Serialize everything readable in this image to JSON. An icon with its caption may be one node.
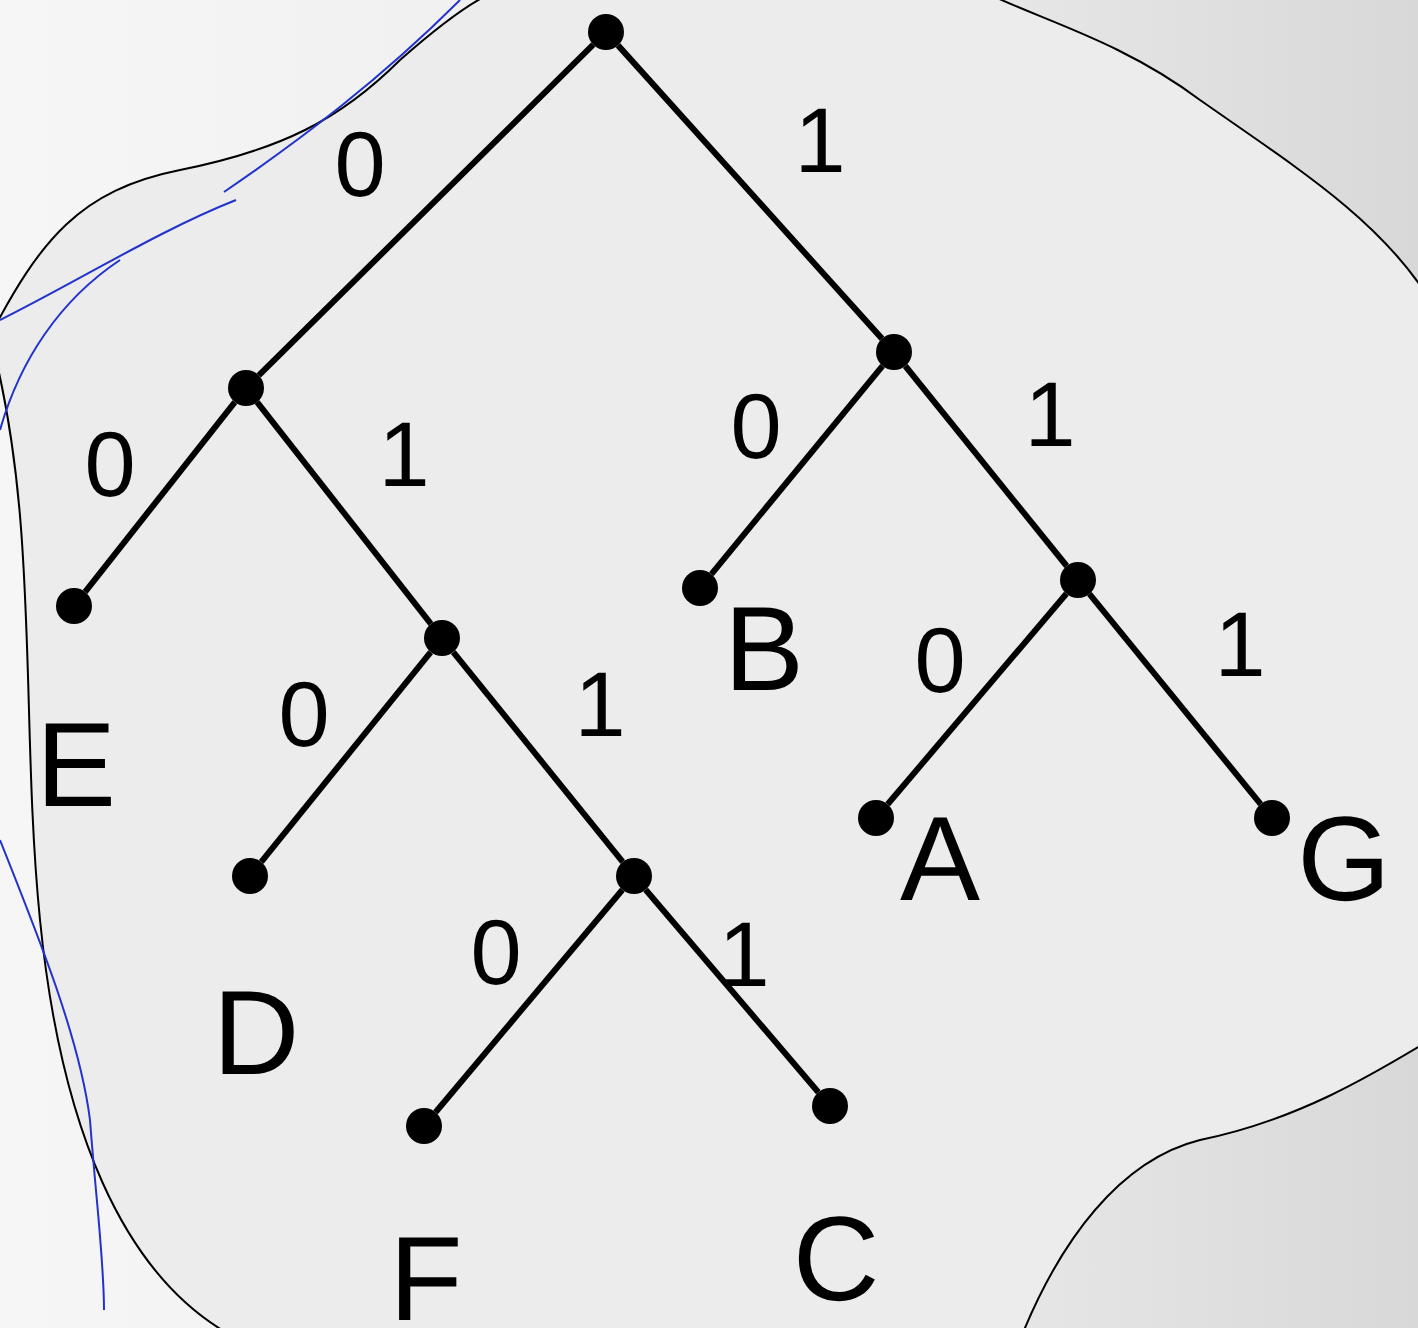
{
  "diagram": {
    "nodes": [
      {
        "text": [],
        "shape": "circle"
      },
      {
        "text": [],
        "shape": "circle"
      },
      {
        "text": [],
        "shape": "circle"
      },
      {
        "text": [],
        "shape": "circle",
        "beside": [
          "E"
        ]
      },
      {
        "text": [],
        "shape": "circle"
      },
      {
        "text": [],
        "shape": "circle",
        "beside": [
          "B"
        ]
      },
      {
        "text": [],
        "shape": "circle"
      },
      {
        "text": [],
        "shape": "circle",
        "beside": [
          "D"
        ]
      },
      {
        "text": [],
        "shape": "circle"
      },
      {
        "text": [],
        "shape": "circle",
        "beside": [
          "A"
        ]
      },
      {
        "text": [],
        "shape": "circle",
        "beside": [
          "G"
        ]
      },
      {
        "text": [],
        "shape": "circle",
        "beside": [
          "F"
        ]
      },
      {
        "text": [],
        "shape": "circle",
        "beside": [
          "C"
        ]
      }
    ],
    "edges": [
      {
        "from": 0,
        "to": 1,
        "arrow": "none",
        "label": "0"
      },
      {
        "from": 0,
        "to": 2,
        "arrow": "none",
        "label": "1"
      },
      {
        "from": 1,
        "to": 3,
        "arrow": "none",
        "label": "0"
      },
      {
        "from": 1,
        "to": 4,
        "arrow": "none",
        "label": "1"
      },
      {
        "from": 2,
        "to": 5,
        "arrow": "none",
        "label": "0"
      },
      {
        "from": 2,
        "to": 6,
        "arrow": "none",
        "label": "1"
      },
      {
        "from": 4,
        "to": 7,
        "arrow": "none",
        "label": "0"
      },
      {
        "from": 4,
        "to": 8,
        "arrow": "none",
        "label": "1"
      },
      {
        "from": 6,
        "to": 9,
        "arrow": "none",
        "label": "0"
      },
      {
        "from": 6,
        "to": 10,
        "arrow": "none",
        "label": "1"
      },
      {
        "from": 8,
        "to": 11,
        "arrow": "none",
        "label": "0"
      },
      {
        "from": 8,
        "to": 12,
        "arrow": "none",
        "label": "1"
      }
    ]
  }
}
